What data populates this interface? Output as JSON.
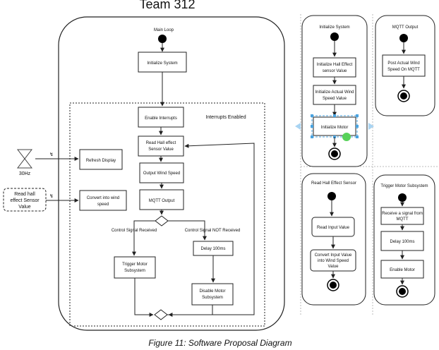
{
  "title": "Team 312",
  "caption": "Figure 11: Software Proposal Diagram",
  "main_loop": {
    "label": "Main Loop",
    "initialize_system": "Initialize System",
    "interrupts_region_label": "Interrupts Enabled",
    "enable_interrupts": "Enable Interrupts",
    "read_hall_effect_value": [
      "Read Hall effect",
      "Sensor Value"
    ],
    "output_wind_speed": "Output Wind Speed",
    "mqtt_output": "MQTT Output",
    "guard_received": "Control Signal Received",
    "guard_not_received": "Control Signal NOT Received",
    "trigger_motor": [
      "Trigger Motor",
      "Subsystem"
    ],
    "delay": "Delay 100ms",
    "disable_motor": [
      "Disable Motor",
      "Subsystem"
    ]
  },
  "external": {
    "timer_label": "30Hz",
    "refresh_display": "Refresh Display",
    "read_hall_input": [
      "Read hall",
      "effect Sensor",
      "Value"
    ],
    "convert_wind_speed": [
      "Convert into wind",
      "speed"
    ]
  },
  "initialize_panel": {
    "label": "Initialize System",
    "step1": [
      "Initialize Hall Effect",
      "sensor Value"
    ],
    "step2": [
      "Initialize Actual Wind",
      "Speed Value"
    ],
    "step3": "Initialize Motor"
  },
  "mqtt_panel": {
    "label": "MQTT Output",
    "step1": [
      "Post Actual Wind",
      "Speed On MQTT"
    ]
  },
  "read_hall_panel": {
    "label": "Read Hall Effect Sensor",
    "step1": "Read Input Value",
    "step2": [
      "Convert Input Value",
      "into Wind Speed",
      "Value"
    ]
  },
  "trigger_motor_panel": {
    "label": "Trigger Motor Subsystem",
    "step1": [
      "Receive a signal from",
      "MQTT"
    ],
    "step2": "Delay 100ms",
    "step3": "Enable Motor"
  },
  "colors": {
    "selection": "#4aa3df",
    "cursor_dot": "#58d25a"
  }
}
